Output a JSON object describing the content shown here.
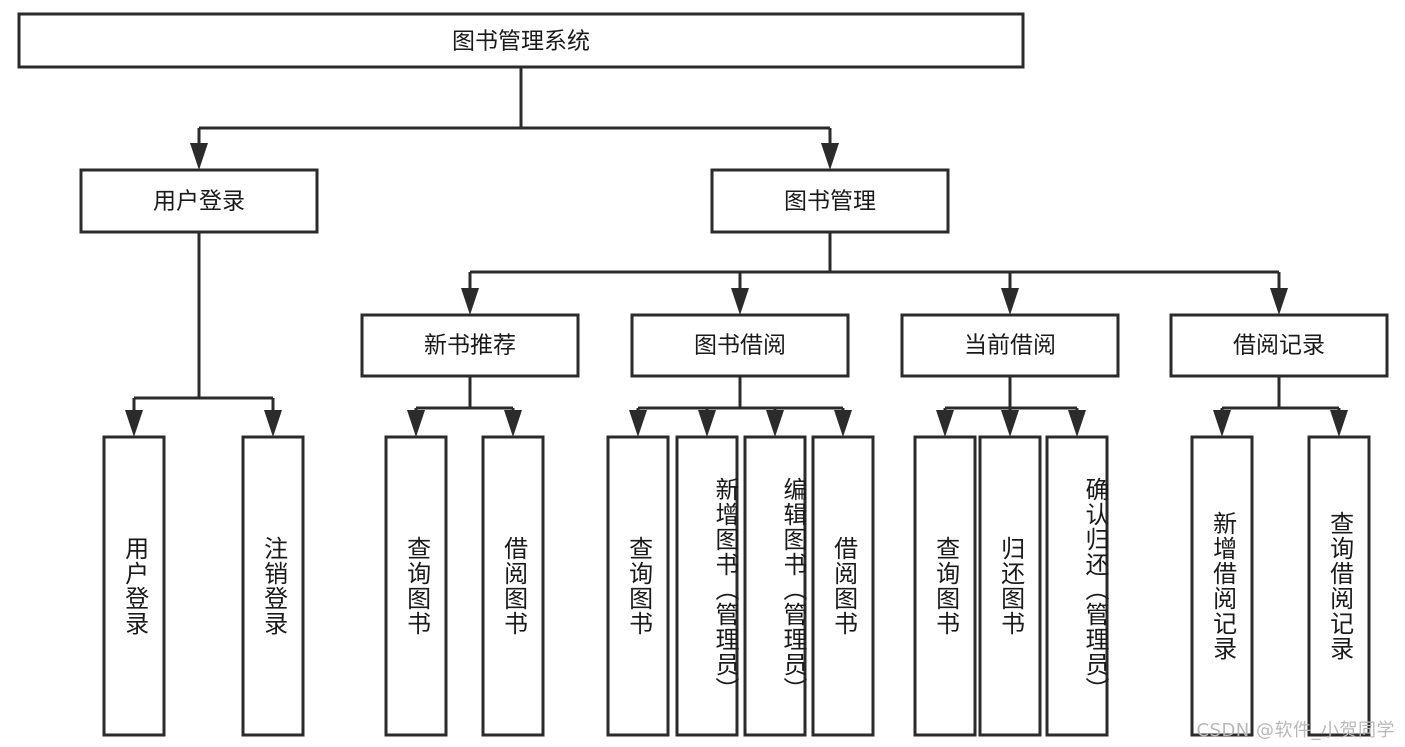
{
  "diagram": {
    "title": "图书管理系统",
    "watermark": "CSDN @软件_小贺同学",
    "colors": {
      "stroke": "#2b2b2b",
      "fill": "#ffffff",
      "text": "#1a1a1a",
      "watermark": "#b8b8b8"
    },
    "root": {
      "label": "图书管理系统"
    },
    "level1": [
      {
        "label": "用户登录"
      },
      {
        "label": "图书管理"
      }
    ],
    "level2": [
      {
        "label": "新书推荐"
      },
      {
        "label": "图书借阅"
      },
      {
        "label": "当前借阅"
      },
      {
        "label": "借阅记录"
      }
    ],
    "leaves": [
      {
        "label": "用户登录",
        "parent": "用户登录"
      },
      {
        "label": "注销登录",
        "parent": "用户登录"
      },
      {
        "label": "查询图书",
        "parent": "新书推荐"
      },
      {
        "label": "借阅图书",
        "parent": "新书推荐"
      },
      {
        "label": "查询图书",
        "parent": "图书借阅"
      },
      {
        "label": "新增图书（管理员）",
        "parent": "图书借阅"
      },
      {
        "label": "编辑图书（管理员）",
        "parent": "图书借阅"
      },
      {
        "label": "借阅图书",
        "parent": "图书借阅"
      },
      {
        "label": "查询图书",
        "parent": "当前借阅"
      },
      {
        "label": "归还图书",
        "parent": "当前借阅"
      },
      {
        "label": "确认归还（管理员）",
        "parent": "当前借阅"
      },
      {
        "label": "新增借阅记录",
        "parent": "借阅记录"
      },
      {
        "label": "查询借阅记录",
        "parent": "借阅记录"
      }
    ]
  }
}
